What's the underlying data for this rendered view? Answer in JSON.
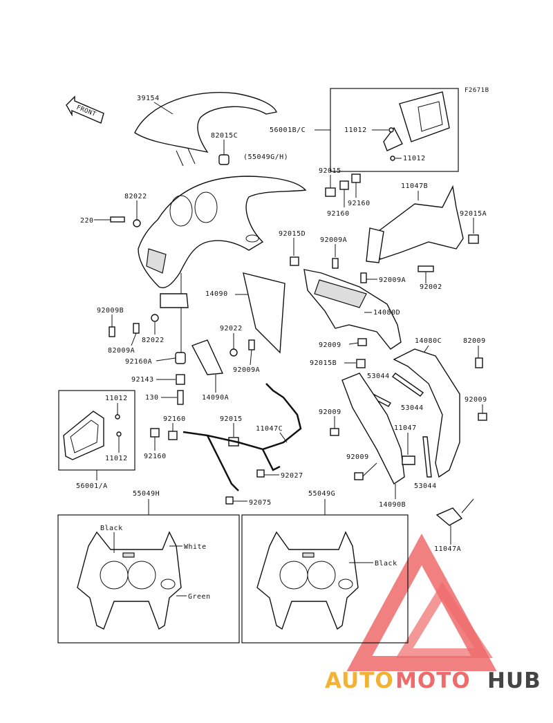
{
  "figure_code": "F2671B",
  "front_arrow": "FRONT",
  "parts": {
    "p39154": "39154",
    "p82015C": "82015C",
    "p55049GH": "(55049G/H)",
    "p82022_top": "82022",
    "p220": "220",
    "p92009B": "92009B",
    "p82009A_left": "82009A",
    "p82022_left": "82022",
    "p92160A": "92160A",
    "p92143": "92143",
    "p130": "130",
    "p14090": "14090",
    "p92022": "92022",
    "p92009A_mid": "92009A",
    "p14090A": "14090A",
    "p56001BC": "56001B/C",
    "p11012_top1": "11012",
    "p11012_top2": "11012",
    "p92015_top": "92015",
    "p92160_top1": "92160",
    "p92160_top2": "92160",
    "p11047B": "11047B",
    "p92015A": "92015A",
    "p92015D": "92015D",
    "p92009A_right": "92009A",
    "p92009A_right2": "92009A",
    "p92002": "92002",
    "p14080D": "14080D",
    "p92009_mid": "92009",
    "p14080C": "14080C",
    "p82009": "82009",
    "p92015B": "92015B",
    "p53044_1": "53044",
    "p53044_2": "53044",
    "p92009_r1": "92009",
    "p92009_r2": "92009",
    "p11047": "11047",
    "p92009_r3": "92009",
    "p53044_3": "53044",
    "p14090B": "14090B",
    "p11012_left1": "11012",
    "p11012_left2": "11012",
    "p56001A": "56001/A",
    "p92160_left1": "92160",
    "p92160_left2": "92160",
    "p92015_mid": "92015",
    "p11047C": "11047C",
    "p92027": "92027",
    "p92075": "92075",
    "p55049H": "55049H",
    "p55049G": "55049G",
    "p11047A": "11047A"
  },
  "color_notes": {
    "black_left": "Black",
    "white": "White",
    "green": "Green",
    "black_right": "Black"
  },
  "watermark": {
    "auto": "AUTO",
    "moto": "MOTO",
    "hub": "HUB",
    "colors": {
      "auto": "#f3b234",
      "moto": "#ef6b6b",
      "hub": "#444444",
      "triangle": "#ef6b6b"
    }
  }
}
